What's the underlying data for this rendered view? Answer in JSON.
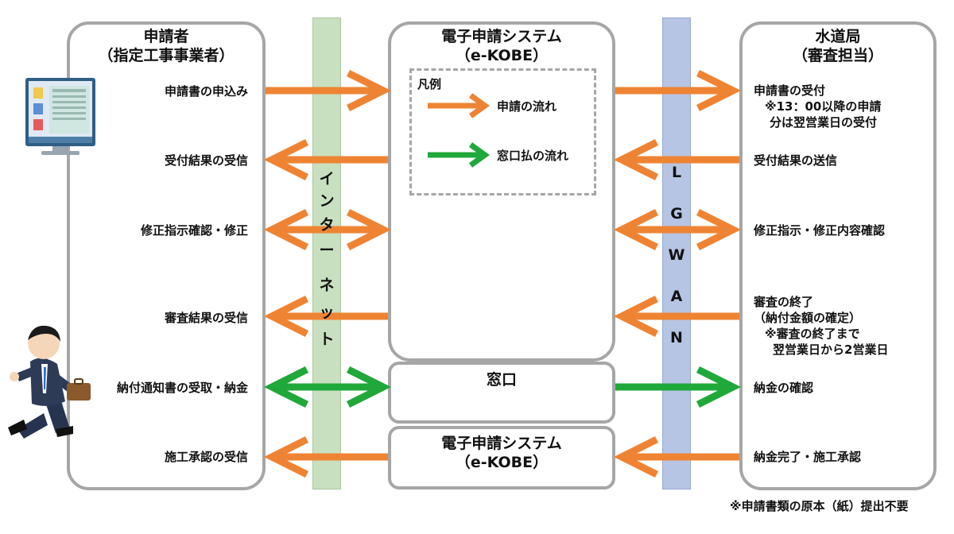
{
  "applicant": {
    "title_line1": "申請者",
    "title_line2": "（指定工事事業者）",
    "steps": {
      "s1": "申請書の申込み",
      "s2": "受付結果の受信",
      "s3": "修正指示確認・修正",
      "s4": "審査結果の受信",
      "s5": "納付通知書の受取・納金",
      "s6": "施工承認の受信"
    }
  },
  "system": {
    "title_line1": "電子申請システム",
    "title_line2": "（e-KOBE）"
  },
  "system2": {
    "title_line1": "電子申請システム",
    "title_line2": "（e-KOBE）"
  },
  "window": {
    "label": "窓口"
  },
  "bureau": {
    "title_line1": "水道局",
    "title_line2": "（審査担当）",
    "steps": {
      "r1_line1": "申請書の受付",
      "r1_line2": "※13：00以降の申請",
      "r1_line3": "分は翌営業日の受付",
      "r2": "受付結果の送信",
      "r3": "修正指示・修正内容確認",
      "r4_line1": "審査の終了",
      "r4_line2": "（納付金額の確定）",
      "r4_line3": "※審査の終了まで",
      "r4_line4": "翌営業日から2営業日",
      "r5": "納金の確認",
      "r6": "納金完了・施工承認"
    }
  },
  "legend": {
    "title": "凡例",
    "application_flow": "申請の流れ",
    "window_payment_flow": "窓口払の流れ"
  },
  "internet_band": {
    "chars": [
      "イ",
      "ン",
      "タ",
      "ー",
      "ネ",
      "ッ",
      "ト"
    ]
  },
  "lgwan_band": {
    "chars": [
      "L",
      "G",
      "W",
      "A",
      "N"
    ]
  },
  "footnote": "※申請書類の原本（紙）提出不要",
  "colors": {
    "orange": "#ee8433",
    "green": "#20a83a",
    "internet_band": "#c8e0bf",
    "lgwan_band": "#b7c5e4",
    "box_border": "#a6a6a6"
  },
  "icons": [
    "computer-monitor-icon",
    "businessman-running-icon"
  ]
}
